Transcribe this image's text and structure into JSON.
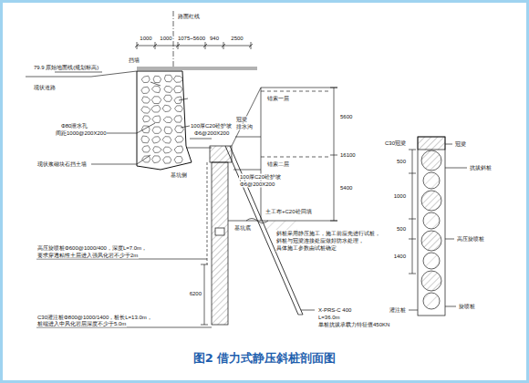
{
  "diagram": {
    "caption": "图2 借力式静压斜桩剖面图",
    "labels": [
      "路面红线",
      "1000",
      "1000",
      "1075~5600",
      "940",
      "2500",
      "79.9 原始地面线(规划标高)",
      "现状道路",
      "挡墙",
      "Φ80泄水孔",
      "间距1000@200X200",
      "现状浆砌块石挡土墙",
      "100厚C20砼护坡",
      "Φ6@200X200",
      "冠梁",
      "排水沟",
      "基坑侧",
      "锚索一层",
      "锚索二层",
      "5600",
      "5400",
      "16100",
      "100厚C20砼护坡",
      "Φ6@200X200",
      "土工布+C20砼回填",
      "斜桩采用静压施工，施工前应先进行试桩，",
      "斜桩与冠梁连接处应做好防水处理，",
      "具体施工参数由试桩确定",
      "高压旋喷桩Φ600@1000/400，深度L=7.0m，",
      "要求穿透粘性土层进入强风化岩不少于2m",
      "6200",
      "C30灌注桩Φ800@1000/1400，桩长L=13.0m，",
      "桩端进入中风化岩层深度不少于5.0m",
      "X-PRS-C 400",
      "L=36.0m",
      "单桩抗拔承载力特征值450KN",
      "基坑底",
      "C30冠梁",
      "冠梁",
      "抗拔斜桩",
      "500",
      "1000",
      "500",
      "1400",
      "高压旋喷桩",
      "灌注桩",
      "旋喷桩"
    ]
  }
}
